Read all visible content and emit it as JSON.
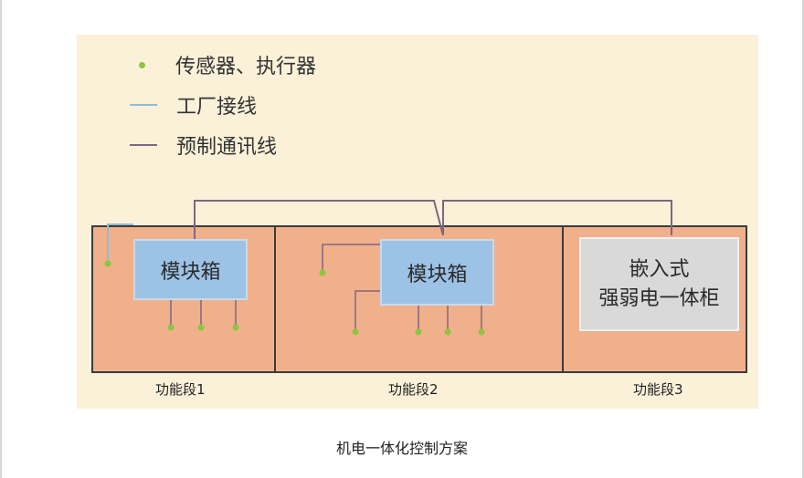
{
  "legend": {
    "sensors_label": "传感器、执行器",
    "factory_wiring_label": "工厂接线",
    "comm_line_label": "预制通讯线"
  },
  "colors": {
    "panel_bg": "#fbf1d9",
    "segment_fill": "#f1b08c",
    "module_fill": "#9cc3e6",
    "cabinet_fill": "#d9d9d9",
    "sensor_dot": "#8cc63f",
    "factory_wiring": "#8fbcd2",
    "comm_line": "#7a6880"
  },
  "segments": [
    {
      "label": "功能段1",
      "module_label": "模块箱"
    },
    {
      "label": "功能段2",
      "module_label": "模块箱"
    },
    {
      "label": "功能段3",
      "cabinet_line1": "嵌入式",
      "cabinet_line2": "强弱电一体柜"
    }
  ],
  "caption": "机电一体化控制方案"
}
